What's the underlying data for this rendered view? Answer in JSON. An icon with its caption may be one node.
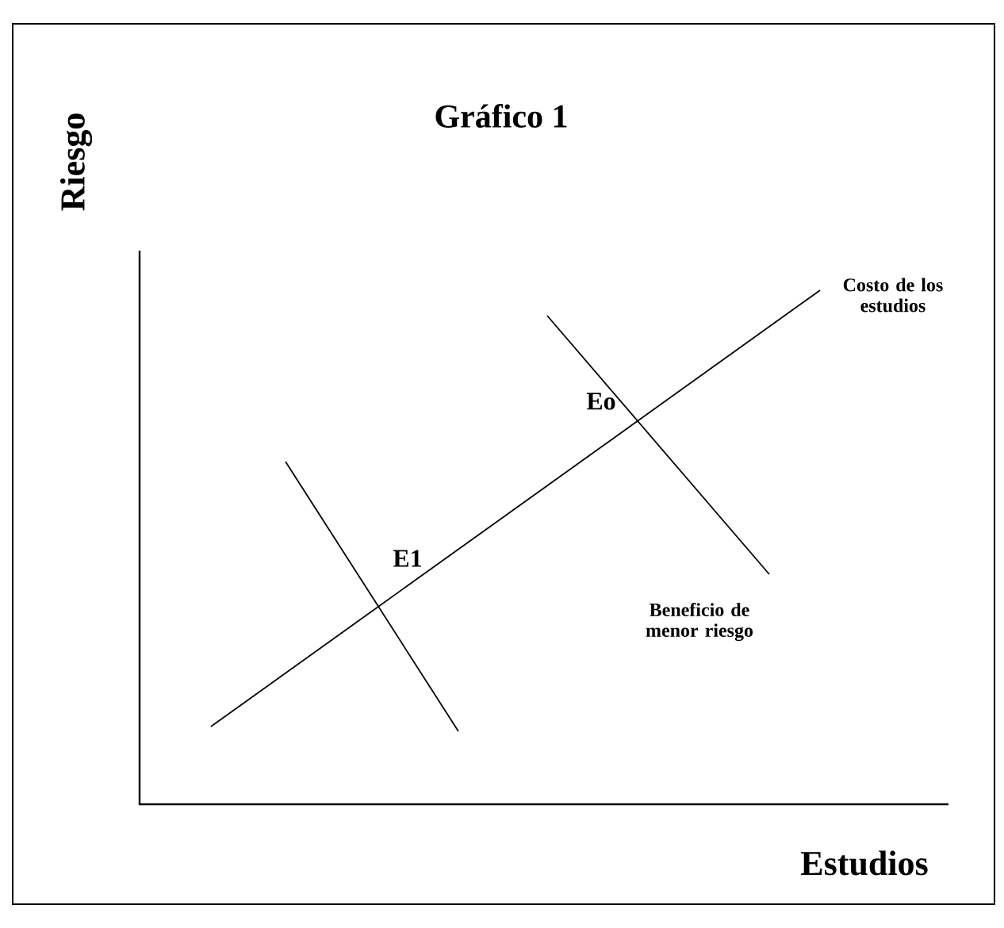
{
  "diagram": {
    "title": "Gráfico 1",
    "labels": [
      "Riesgo",
      "Eo",
      "Costo de los estudios",
      "E1",
      "Beneficio de menor riesgo",
      "Estudios"
    ]
  }
}
